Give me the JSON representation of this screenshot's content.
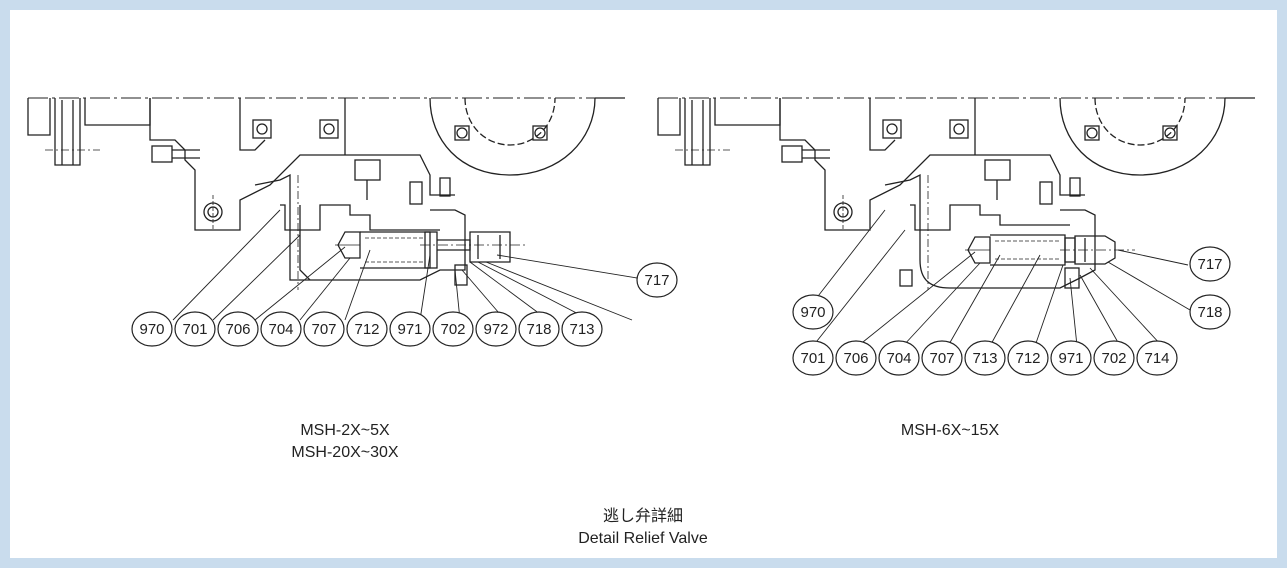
{
  "left_view": {
    "captions": [
      "MSH-2X~5X",
      "MSH-20X~30X"
    ],
    "callouts": [
      "717",
      "970",
      "701",
      "706",
      "704",
      "707",
      "712",
      "971",
      "702",
      "972",
      "718",
      "713"
    ]
  },
  "right_view": {
    "captions": [
      "MSH-6X~15X"
    ],
    "callouts": [
      "717",
      "718",
      "970",
      "701",
      "706",
      "704",
      "707",
      "713",
      "712",
      "971",
      "702",
      "714"
    ]
  },
  "footer": {
    "title_ja": "逃し弁詳細",
    "title_en": "Detail Relief Valve"
  },
  "colors": {
    "frame": "#c9dced",
    "line": "#222222"
  }
}
